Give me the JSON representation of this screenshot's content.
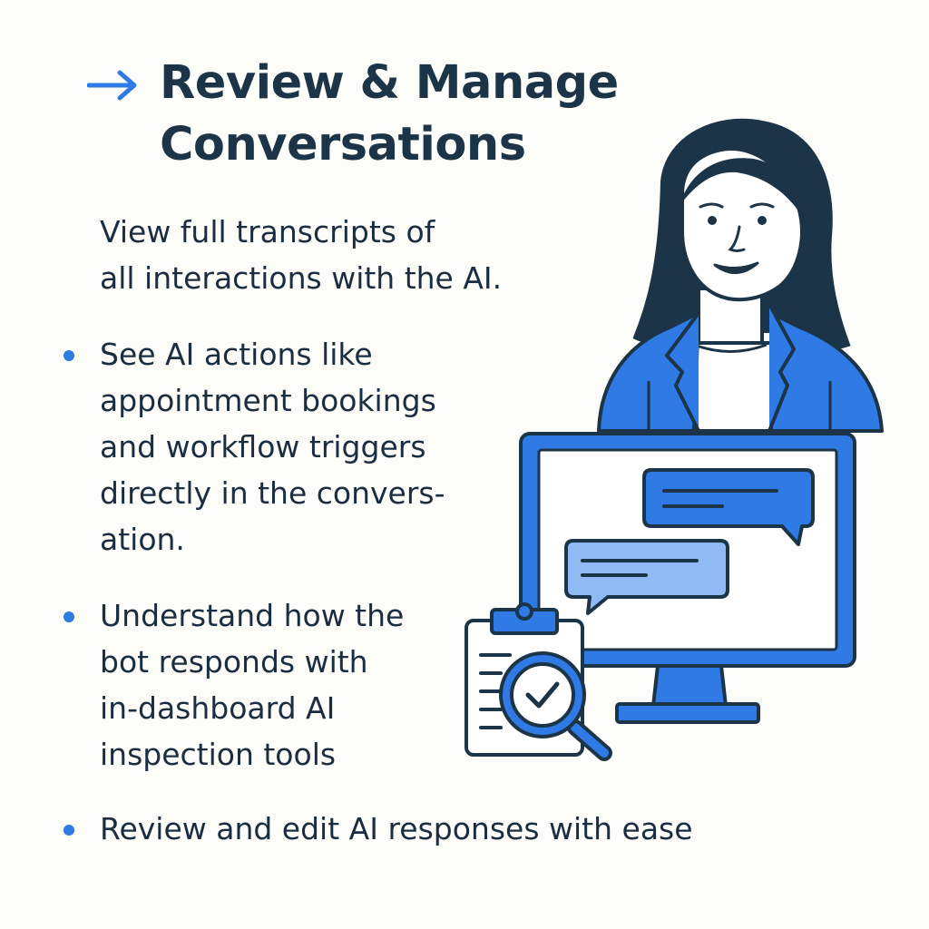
{
  "header": {
    "title_line1": "Review & Manage",
    "title_line2": "Conversations",
    "arrow_icon": "arrow-right-icon"
  },
  "intro": {
    "text": "View full transcripts of\nall interactions with the AI."
  },
  "bullets": [
    {
      "text": "See AI actions like\nappointment bookings\nand workflow triggers\ndirectly in the convers-\nation."
    },
    {
      "text": "Understand how the\nbot responds with\nin-dashboard AI\ninspection tools"
    },
    {
      "text": "Review and edit AI responses with ease"
    }
  ],
  "illustration": {
    "person": "woman-in-blue-blazer",
    "monitor_icon": "monitor-icon",
    "chat_bubbles": [
      "chat-bubble-dark",
      "chat-bubble-light"
    ],
    "clipboard_icon": "clipboard-checklist-icon",
    "magnifier_icon": "magnifier-checkmark-icon"
  },
  "colors": {
    "background": "#fcfcf9",
    "accent_blue": "#2f7ae5",
    "light_blue": "#8fbaf3",
    "navy": "#1b3447",
    "text": "#1b2d40",
    "skin": "#ffffff"
  }
}
